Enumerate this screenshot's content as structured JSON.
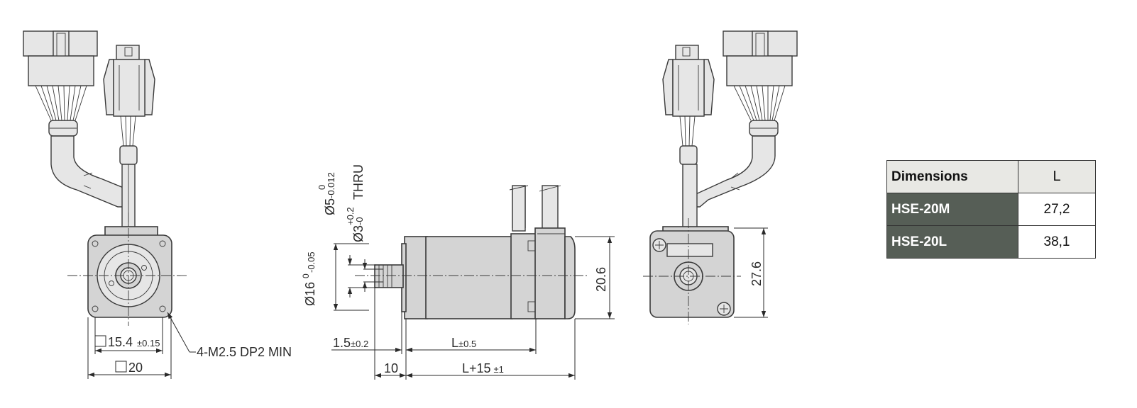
{
  "front_view": {
    "square_inner": "15.4",
    "square_inner_tol": "±0.15",
    "square_outer": "20",
    "mount_holes": "4-M2.5 DP2 MIN"
  },
  "side_view": {
    "shaft_dia": "Ø5",
    "shaft_dia_tol_upper": "0",
    "shaft_dia_tol_lower": "-0.012",
    "bore": "Ø3",
    "bore_tol_upper": "+0.2",
    "bore_tol_lower": "-0",
    "bore_note": "THRU",
    "pilot_dia": "Ø16",
    "pilot_tol_upper": "0",
    "pilot_tol_lower": "-0.05",
    "pilot_len": "1.5",
    "pilot_len_tol": "±0.2",
    "body_len": "L",
    "body_len_tol": "±0.5",
    "shaft_len": "10",
    "total_len": "L+15",
    "total_len_tol": "±1",
    "height": "20.6"
  },
  "rear_view": {
    "height": "27.6"
  },
  "table": {
    "header_label": "Dimensions",
    "header_col": "L",
    "rows": [
      {
        "model": "HSE-20M",
        "L": "27,2"
      },
      {
        "model": "HSE-20L",
        "L": "38,1"
      }
    ]
  }
}
